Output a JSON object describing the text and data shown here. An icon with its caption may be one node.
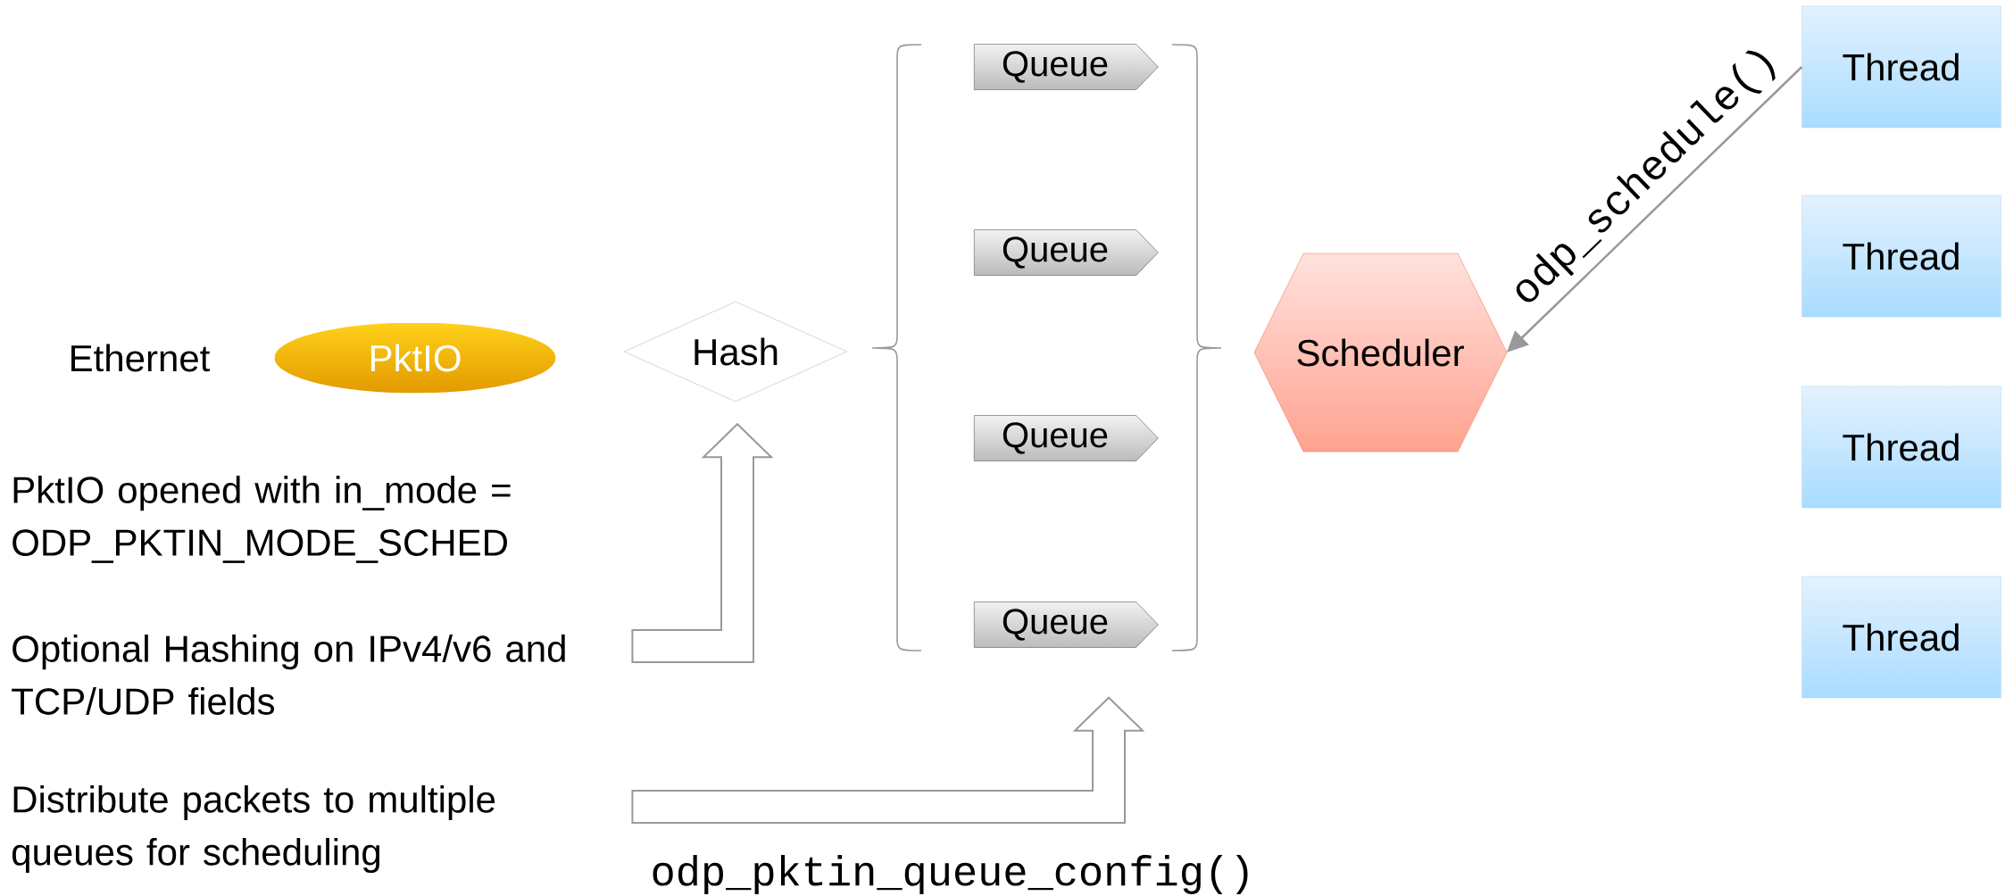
{
  "diagram": {
    "nodes": [
      {
        "text": [
          "PktIO"
        ]
      },
      {
        "text": [
          "Hash"
        ]
      },
      {
        "text": [
          "Queue"
        ]
      },
      {
        "text": [
          "Queue"
        ]
      },
      {
        "text": [
          "Queue"
        ]
      },
      {
        "text": [
          "Queue"
        ]
      },
      {
        "text": [
          "Scheduler"
        ]
      },
      {
        "text": [
          "Thread"
        ]
      },
      {
        "text": [
          "Thread"
        ]
      },
      {
        "text": [
          "Thread"
        ]
      },
      {
        "text": [
          "Thread"
        ]
      },
      {
        "text": [
          "Optional Hashing on IPv4/v6 and TCP/UDP fields"
        ]
      },
      {
        "text": [
          "Distribute packets to multiple queues for scheduling"
        ]
      }
    ],
    "edges": [
      {
        "from": 7,
        "to": 6,
        "arrow": "to",
        "label": "odp_schedule()"
      },
      {
        "from": 11,
        "to": 1,
        "arrow": "to",
        "style": "thick"
      },
      {
        "from": 12,
        "to": 5,
        "arrow": "to",
        "style": "thick",
        "label": "odp_pktin_queue_config()"
      }
    ],
    "labels": [
      "Ethernet",
      "PktIO opened with in_mode = ODP_PKTIN_MODE_SCHED"
    ]
  }
}
